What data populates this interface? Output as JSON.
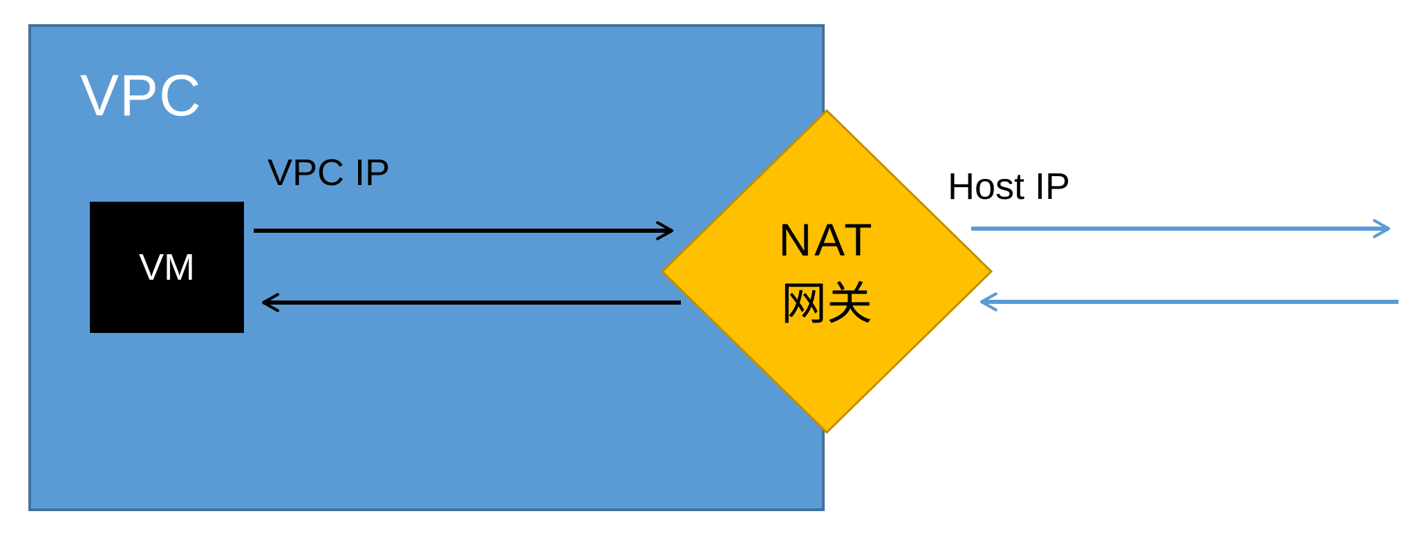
{
  "diagram": {
    "vpc": {
      "label": "VPC"
    },
    "vm": {
      "label": "VM"
    },
    "nat_gateway": {
      "label_line1": "NAT",
      "label_line2": "网关"
    },
    "flows": {
      "vpc_ip_label": "VPC IP",
      "host_ip_label": "Host IP",
      "arrows": [
        {
          "id": "vpc-ip-outbound",
          "color_role": "black",
          "direction": "right",
          "from": "VM",
          "to": "NAT 网关"
        },
        {
          "id": "vpc-ip-inbound",
          "color_role": "black",
          "direction": "left",
          "from": "NAT 网关",
          "to": "VM"
        },
        {
          "id": "host-ip-outbound",
          "color_role": "blue",
          "direction": "right",
          "from": "NAT 网关",
          "to": "external"
        },
        {
          "id": "host-ip-inbound",
          "color_role": "blue",
          "direction": "left",
          "from": "external",
          "to": "NAT 网关"
        }
      ]
    }
  },
  "colors": {
    "vpc_fill": "#5B9BD5",
    "vpc_border": "#41719C",
    "vm_fill": "#000000",
    "vm_text": "#FFFFFF",
    "nat_fill": "#FFC000",
    "nat_border": "#BF9000",
    "arrow_black": "#000000",
    "arrow_blue": "#5B9BD5",
    "vpc_label_color": "#FFFFFF",
    "label_color": "#000000",
    "page_bg": "#FFFFFF"
  }
}
